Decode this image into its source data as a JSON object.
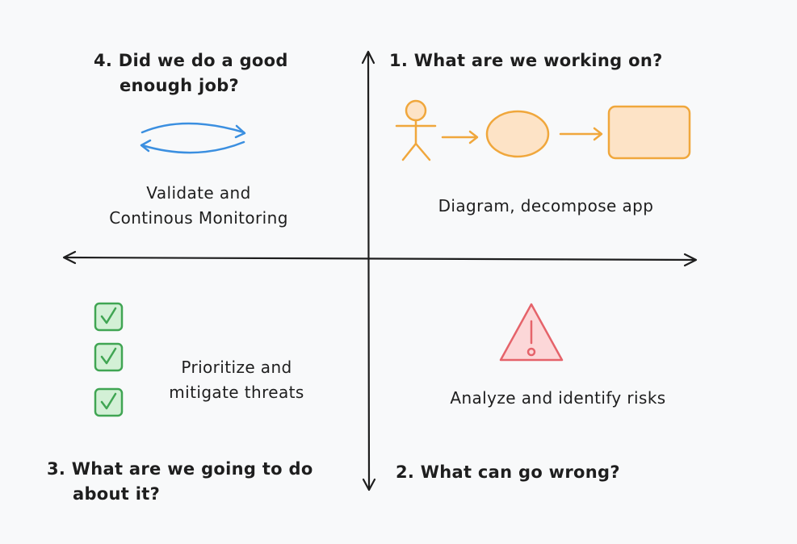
{
  "quadrants": {
    "q1": {
      "title": "1. What are we working on?",
      "description": "Diagram, decompose app",
      "icon": "actor-flow-icon",
      "color": "#f0a73c"
    },
    "q2": {
      "title": "2. What can go wrong?",
      "description": "Analyze and identify risks",
      "icon": "warning-triangle-icon",
      "color": "#e5636a"
    },
    "q3": {
      "title_line1": "3. What are we going to do",
      "title_line2": "about it?",
      "description_line1": "Prioritize and",
      "description_line2": "mitigate threats",
      "icon": "checkbox-icon",
      "color": "#40a553"
    },
    "q4": {
      "title_line1": "4. Did we do a good",
      "title_line2": "enough job?",
      "description_line1": "Validate and",
      "description_line2": "Continous Monitoring",
      "icon": "cycle-arrows-icon",
      "color": "#3b8fe0"
    }
  }
}
